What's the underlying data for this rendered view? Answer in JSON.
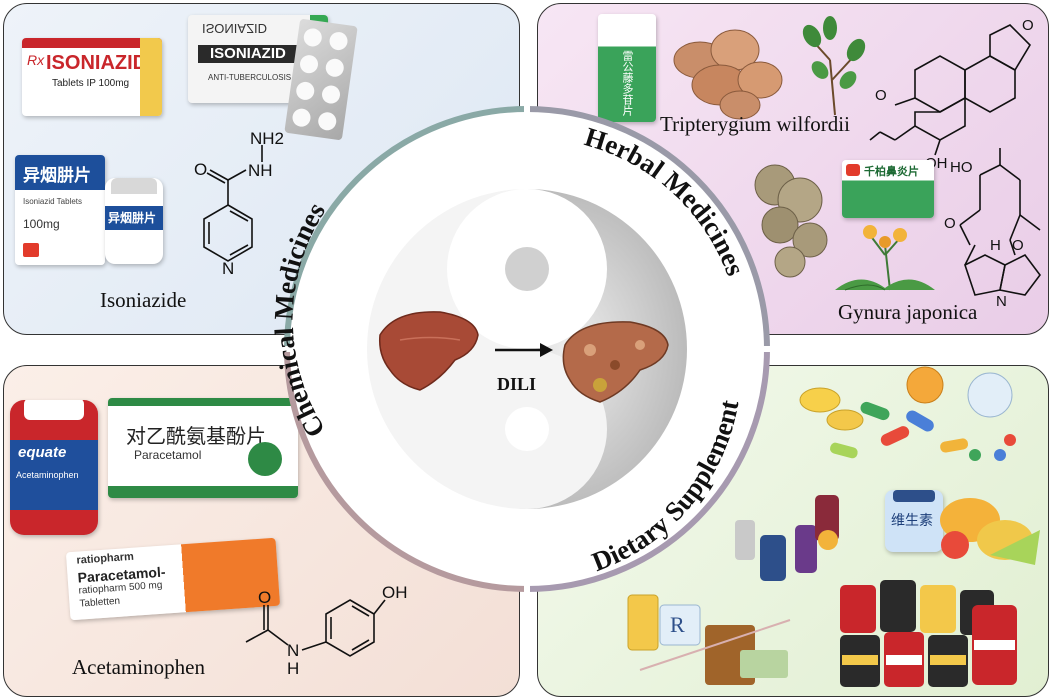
{
  "center": {
    "label": "DILI",
    "sectors": [
      "Chemical Medicines",
      "Herbal Medicines",
      "Dietary Supplement"
    ]
  },
  "quadrants": {
    "top_left": {
      "caption": "Isoniazide",
      "pack1_brand": "ISONIAZID",
      "pack1_sub": "Tablets IP 100mg",
      "pack1_rx": "Rx",
      "pack2_brand": "ISONIAZID",
      "pack2_sub": "ANTI-TUBERCULOSIS",
      "pack2_mirror": "ISONIAZID",
      "pack3_title": "异烟肼片",
      "pack3_sub": "Isoniazid Tablets",
      "pack3_dose": "100mg",
      "bottle_title": "异烟肼片",
      "structure_label": "NH2",
      "atom_nh": "NH",
      "atom_n": "N",
      "atom_o": "O"
    },
    "top_right": {
      "caption1": "Tripterygium wilfordii",
      "caption2": "Gynura japonica",
      "box1_text": "雷公藤多苷片",
      "box2_text": "千柏鼻炎片",
      "atom_oh": "OH",
      "atom_o": "O",
      "atom_h": "H",
      "atom_n": "N",
      "atom_ho": "HO"
    },
    "bottom_left": {
      "caption": "Acetaminophen",
      "bottle_brand": "equate",
      "bottle_label": "Acetaminophen",
      "box1_title": "对乙酰氨基酚片",
      "box1_sub": "Paracetamol",
      "box2_brand": "ratiopharm",
      "box2_title": "Paracetamol-",
      "box2_sub": "ratiopharm 500 mg",
      "box2_sub2": "Tabletten",
      "atom_oh": "OH",
      "atom_o": "O",
      "atom_nh": "H",
      "atom_n": "N"
    },
    "bottom_right": {
      "jar_label": "维生素",
      "rx_mark": "R"
    }
  },
  "colors": {
    "ring_chemical": "#8aa9a6",
    "ring_herbal": "#9a9aa8",
    "ring_dietary": "#a79ab0",
    "ring_acetaminophen": "#b59a9e"
  }
}
